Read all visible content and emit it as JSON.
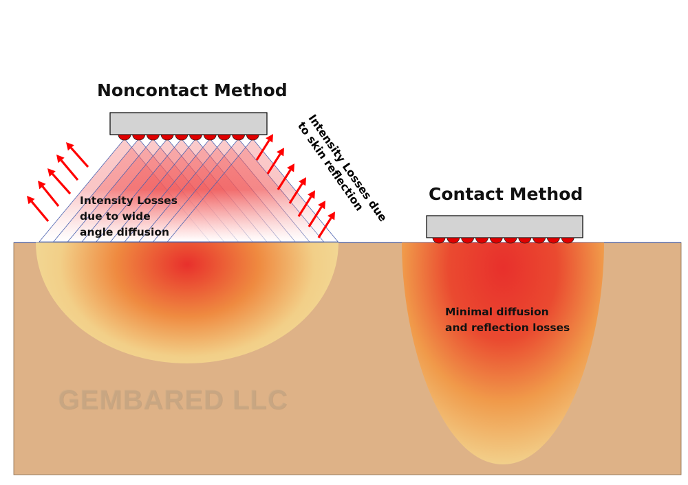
{
  "noncontact": {
    "title": "Noncontact Method",
    "diffusion_note": [
      "Intensity Losses",
      "due to  wide",
      "angle diffusion"
    ],
    "reflection_note": [
      "Intensity Losses due",
      "to skin reflection"
    ],
    "led_count": 10
  },
  "contact": {
    "title": "Contact Method",
    "note": [
      "Minimal diffusion",
      "and  reflection losses"
    ],
    "led_count": 10
  },
  "watermark": "GEMBARED LLC",
  "colors": {
    "skin": "#deb287",
    "device": "#d3d3d3",
    "led": "#e00000",
    "arrow": "#ff0000",
    "hot": "#e8302c",
    "warm": "#f0a040",
    "cool": "#f2d590"
  }
}
